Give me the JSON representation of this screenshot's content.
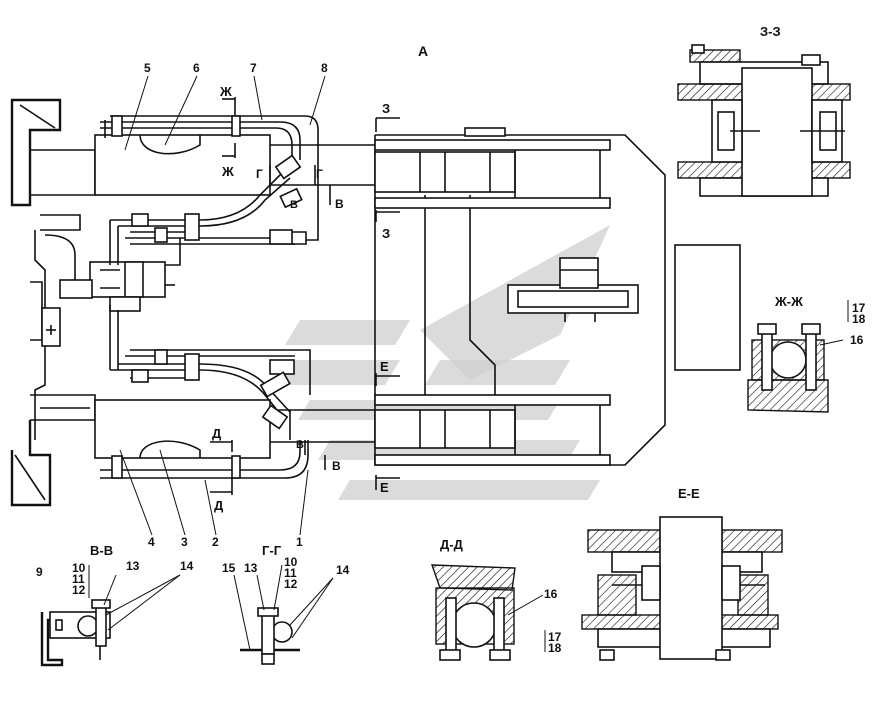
{
  "labels": {
    "view_a": "А",
    "sec_zz": "З-З",
    "sec_zhzh": "Ж-Ж",
    "sec_ee": "Е-Е",
    "sec_dd": "Д-Д",
    "sec_vv": "В-В",
    "sec_gg": "Г-Г",
    "cut_zh": "Ж",
    "cut_g": "Г",
    "cut_v": "В",
    "cut_z": "З",
    "cut_e": "Е",
    "cut_d": "Д"
  },
  "callouts": {
    "n1": "1",
    "n2": "2",
    "n3": "3",
    "n4": "4",
    "n5": "5",
    "n6": "6",
    "n7": "7",
    "n8": "8",
    "n9": "9",
    "n10": "10",
    "n11": "11",
    "n12": "12",
    "n13": "13",
    "n14": "14",
    "n15": "15",
    "n16": "16",
    "n17": "17",
    "n18": "18"
  },
  "colors": {
    "ink": "#111111",
    "watermark": "#cfcfcf",
    "paper": "#ffffff"
  }
}
